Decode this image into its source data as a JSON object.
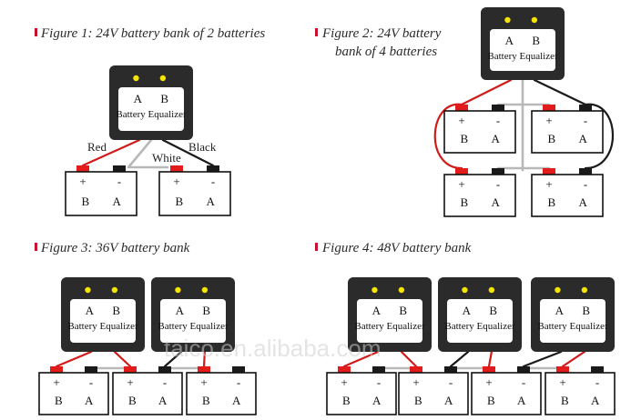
{
  "figures": [
    {
      "caption_line1": "Figure 1: 24V battery bank of 2 batteries",
      "caption_line2": ""
    },
    {
      "caption_line1": "Figure 2: 24V battery",
      "caption_line2": "bank of 4 batteries"
    },
    {
      "caption_line1": "Figure 3: 36V battery bank",
      "caption_line2": ""
    },
    {
      "caption_line1": "Figure 4: 48V battery bank",
      "caption_line2": ""
    }
  ],
  "equalizer": {
    "label_a": "A",
    "label_b": "B",
    "name": "Battery Equalizer"
  },
  "battery": {
    "plus": "+",
    "minus": "-",
    "b": "B",
    "a": "A"
  },
  "wire_labels": {
    "red": "Red",
    "white": "White",
    "black": "Black"
  },
  "colors": {
    "red_wire": "#d11a1a",
    "black_wire": "#1a1a1a",
    "white_wire": "#b8b8b8",
    "terminal_red": "#e21b1b",
    "led": "#f5e400"
  },
  "watermark": "taico.en.alibaba.com"
}
